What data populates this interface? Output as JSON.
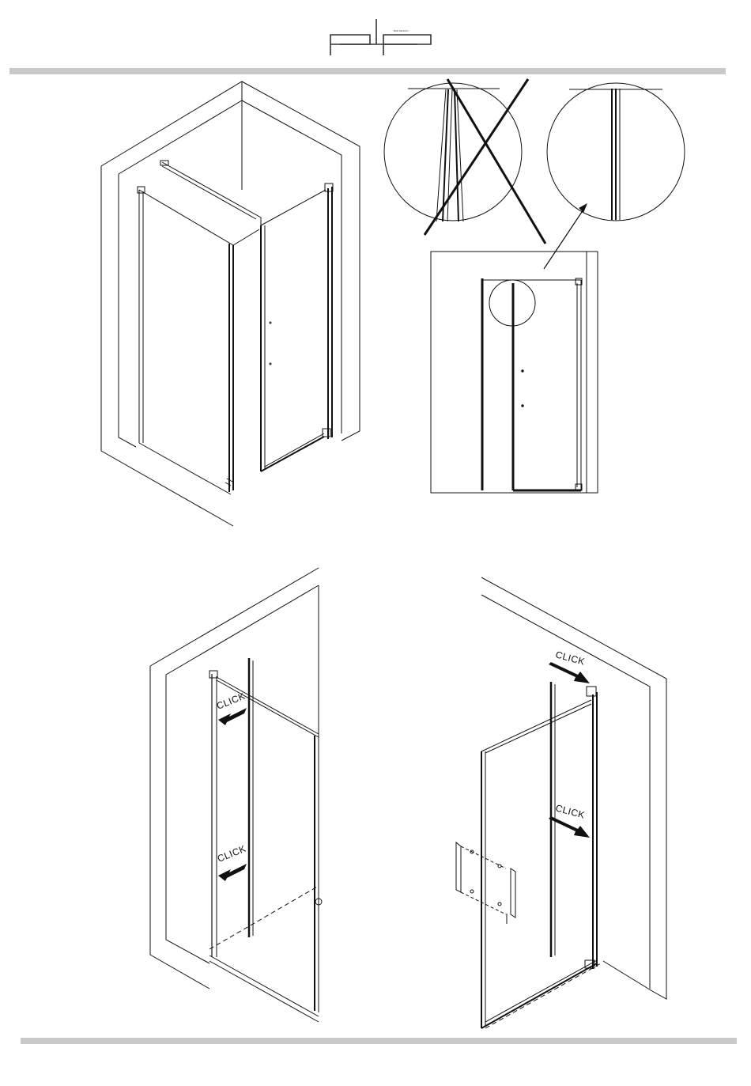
{
  "header": {
    "logo_text": "pdp",
    "logo_subtext": "BAD DESIGN"
  },
  "instruction_steps": [
    {
      "id": "step-1",
      "subject": "walk-in panel and pivot door, isometric view"
    },
    {
      "id": "step-2",
      "subject": "alignment detail, incorrect vs correct"
    },
    {
      "id": "step-3",
      "subject": "fixed panel clip-on profile"
    },
    {
      "id": "step-4",
      "subject": "door clip-on profile and handle"
    }
  ],
  "labels": {
    "click_1": "CLICK",
    "click_2": "CLICK",
    "click_3": "CLICK",
    "click_4": "CLICK"
  },
  "colors": {
    "line": "#111111",
    "rule": "#c9c9c9",
    "background": "#ffffff"
  },
  "icons": {
    "wrong": "cross-mark-icon",
    "pointer": "arrow-icon"
  }
}
